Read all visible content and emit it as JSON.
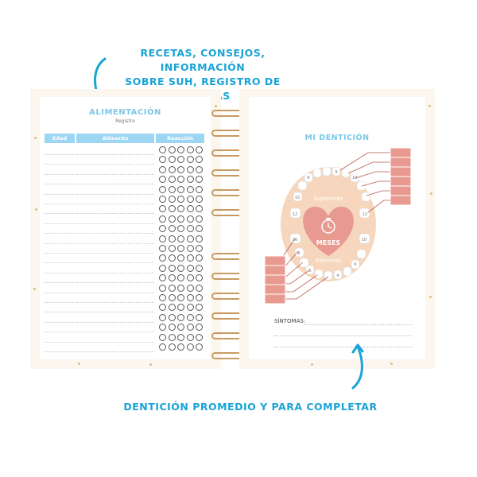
{
  "captions": {
    "top_line1": "RECETAS, CONSEJOS, INFORMACIÓN",
    "top_line2": "SOBRE SUH, REGISTRO DE COMIDAS",
    "bottom": "DENTICIÓN PROMEDIO Y PARA COMPLETAR"
  },
  "left_page": {
    "title": "ALIMENTACIÓN",
    "subtitle": "Registro",
    "columns": [
      "Edad",
      "Alimento",
      "Reacción"
    ]
  },
  "right_page": {
    "title": "MI DENTICIÓN",
    "upper_label": "Superiores",
    "lower_label": "Inferiores",
    "months_label": "MESES",
    "symptoms_label": "SÍNTOMAS:",
    "tooth_numbers": {
      "upper": [
        "10",
        "12",
        "8",
        "9",
        "10",
        "12"
      ],
      "lower": [
        "6",
        "16",
        "5",
        "4",
        "6",
        "10"
      ]
    }
  },
  "colors": {
    "accent_blue": "#1aa3d6",
    "light_blue": "#9dd6f2",
    "salmon": "#e89a90",
    "peach": "#f6d7bd",
    "ring": "#c79a63"
  }
}
